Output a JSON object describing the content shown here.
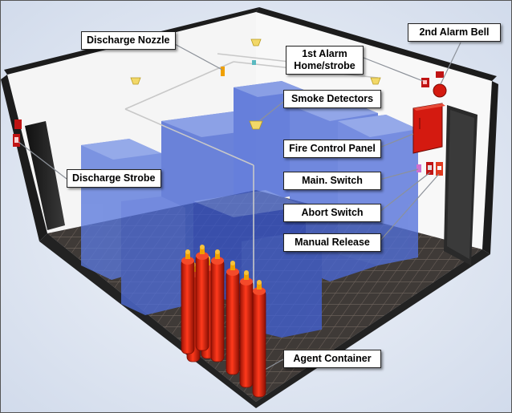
{
  "labels": {
    "discharge_nozzle": "Discharge Nozzle",
    "alarm_home_strobe_line1": "1st Alarm",
    "alarm_home_strobe_line2": "Home/strobe",
    "alarm_bell": "2nd Alarm Bell",
    "smoke_detectors": "Smoke Detectors",
    "fire_control_panel": "Fire Control Panel",
    "discharge_strobe": "Discharge Strobe",
    "main_switch": "Main. Switch",
    "abort_switch": "Abort Switch",
    "manual_release": "Manual Release",
    "agent_container": "Agent Container"
  },
  "colors": {
    "background": "#dfe6f2",
    "room_border": "#2b2b2b",
    "wall": "#f4f4f4",
    "floor": "#3f3a37",
    "floor_grid": "#7a6d65",
    "equipment": "#3f5fd4",
    "cylinder": "#e8220e",
    "panel": "#d41a10",
    "leader": "#8c9199"
  },
  "icons": [
    "ceiling-detector-icon",
    "alarm-bell-icon",
    "strobe-icon",
    "control-panel-icon",
    "cylinder-icon"
  ]
}
